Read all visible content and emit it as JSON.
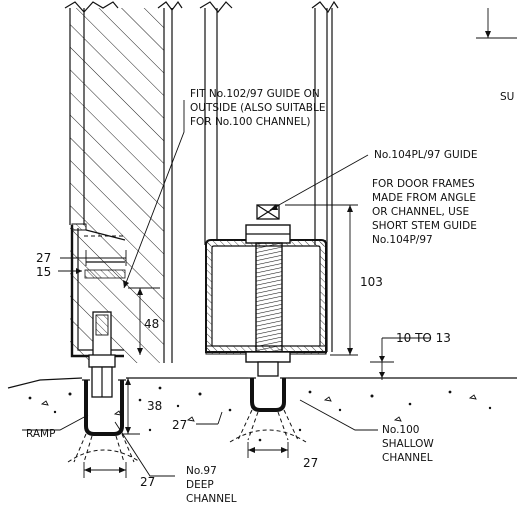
{
  "labels": {
    "fit_guide": [
      "FIT No.102/97 GUIDE ON",
      "OUTSIDE (ALSO SUITABLE",
      "FOR No.100 CHANNEL)"
    ],
    "guide_104pl": "No.104PL/97 GUIDE",
    "door_frames": [
      "FOR DOOR FRAMES",
      "MADE FROM ANGLE",
      "OR CHANNEL, USE",
      "SHORT STEM GUIDE",
      "No.104P/97"
    ],
    "su_fragment": "SU",
    "ramp": "RAMP",
    "deep_channel": [
      "No.97",
      "DEEP",
      "CHANNEL"
    ],
    "shallow_channel": [
      "No.100",
      "SHALLOW",
      "CHANNEL"
    ]
  },
  "dimensions": {
    "d27_top": "27",
    "d15": "15",
    "d48": "48",
    "d103": "103",
    "d10to13": "10 TO 13",
    "d38": "38",
    "d27_mid": "27",
    "d27_bottom_left": "27",
    "d27_bottom_right": "27"
  }
}
